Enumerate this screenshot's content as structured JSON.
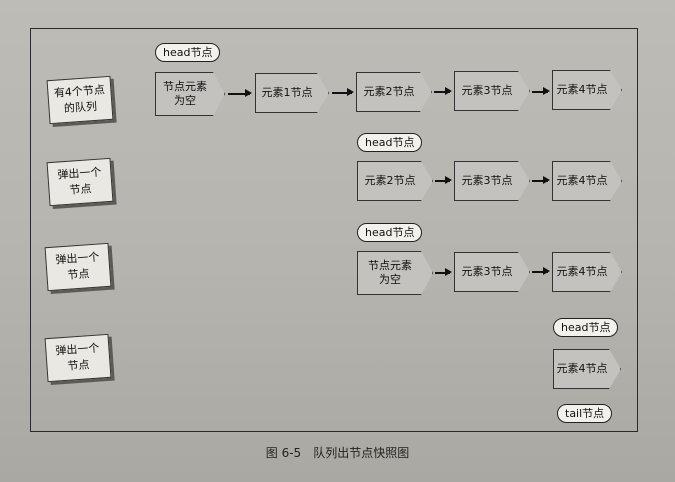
{
  "rows": [
    {
      "label": "有4个节点\n的队列",
      "head": "head节点",
      "nodes": [
        "节点元素\n为空",
        "元素1节点",
        "元素2节点",
        "元素3节点",
        "元素4节点"
      ]
    },
    {
      "label": "弹出一个\n节点",
      "head": "head节点",
      "nodes": [
        "元素2节点",
        "元素3节点",
        "元素4节点"
      ]
    },
    {
      "label": "弹出一个\n节点",
      "head": "head节点",
      "nodes": [
        "节点元素\n为空",
        "元素3节点",
        "元素4节点"
      ]
    },
    {
      "label": "弹出一个\n节点",
      "head": "head节点",
      "tail": "tail节点",
      "nodes": [
        "元素4节点"
      ]
    }
  ],
  "caption": "图 6-5　队列出节点快照图"
}
